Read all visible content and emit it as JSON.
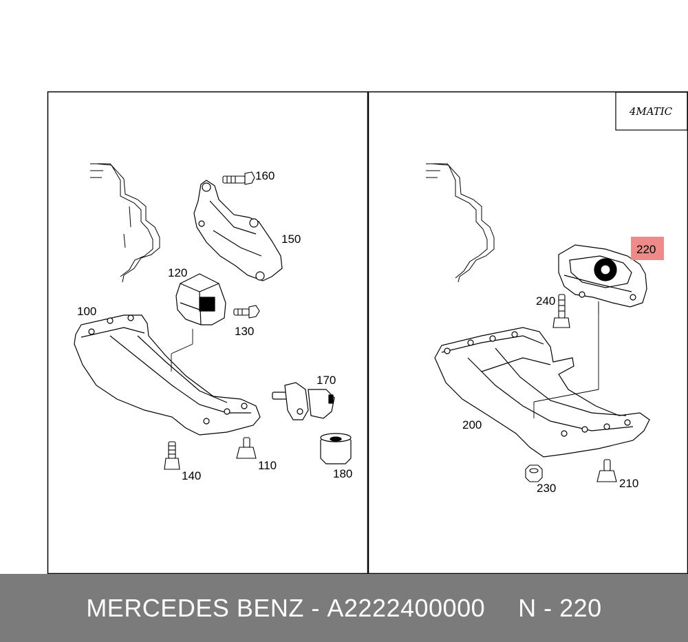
{
  "badge": {
    "text": "4MATIC"
  },
  "left_panel": {
    "callouts": [
      "160",
      "150",
      "120",
      "130",
      "100",
      "170",
      "140",
      "110",
      "180"
    ]
  },
  "right_panel": {
    "callouts": [
      "220",
      "240",
      "200",
      "230",
      "210"
    ],
    "highlighted": "220",
    "highlight_color": "#ef8a8a"
  },
  "footer": {
    "brand": "MERCEDES BENZ",
    "separator": "-",
    "part_number": "A2222400000",
    "position_label": "N - 220",
    "background": "#7b7b7b"
  }
}
